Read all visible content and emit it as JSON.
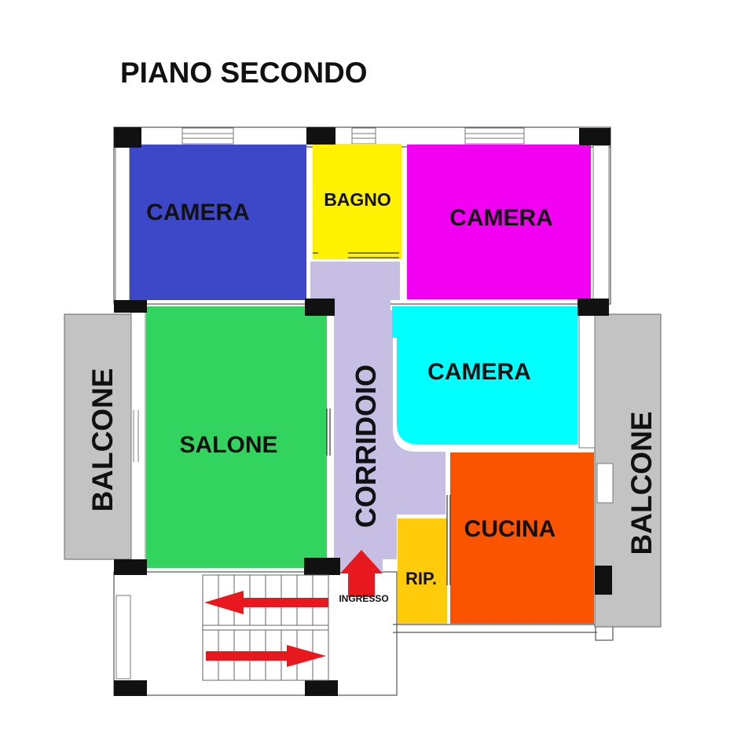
{
  "title": "PIANO SECONDO",
  "rooms": {
    "camera_top_left": {
      "label": "CAMERA",
      "color": "#3D48C9"
    },
    "bagno": {
      "label": "BAGNO",
      "color": "#FFF200"
    },
    "camera_top_right": {
      "label": "CAMERA",
      "color": "#F200F2"
    },
    "salone": {
      "label": "SALONE",
      "color": "#32D35F"
    },
    "corridoio": {
      "label": "CORRIDOIO",
      "color": "#C6BFE3"
    },
    "camera_mid_right": {
      "label": "CAMERA",
      "color": "#00FFFF"
    },
    "cucina": {
      "label": "CUCINA",
      "color": "#FA5400"
    },
    "rip": {
      "label": "RIP.",
      "color": "#FFCB0A"
    }
  },
  "balcone_left": {
    "label": "BALCONE",
    "color": "#C3C3C3"
  },
  "balcone_right": {
    "label": "BALCONE",
    "color": "#C3C3C3"
  },
  "ingresso": {
    "label": "INGRESSO",
    "arrow_color": "#E8191E"
  },
  "wall_color": "#111111"
}
